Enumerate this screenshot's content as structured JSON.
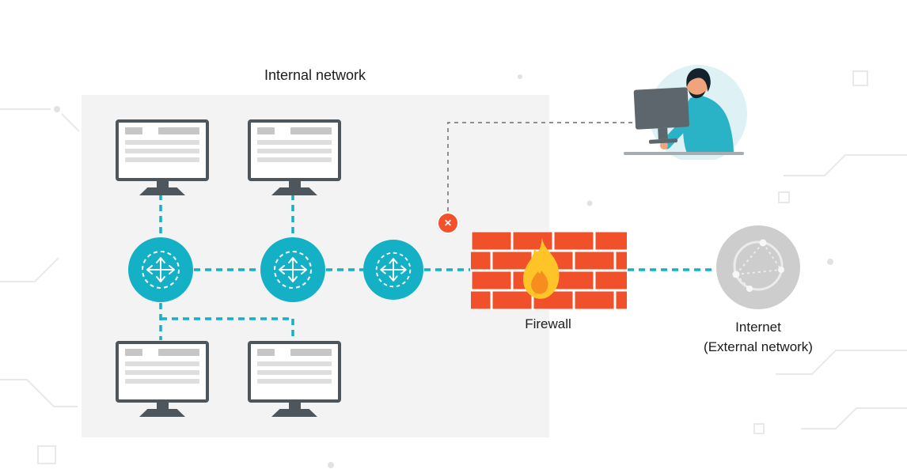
{
  "diagram": {
    "internal_network": {
      "label": "Internal network"
    },
    "firewall": {
      "label": "Firewall"
    },
    "internet": {
      "label_line1": "Internet",
      "label_line2": "(External network)"
    }
  },
  "icons": {
    "blocked_x": "✕",
    "router": "router-icon",
    "workstation": "workstation-monitor-icon",
    "firewall": "firewall-brick-flame-icon",
    "internet": "internet-globe-icon",
    "person": "person-at-computer-icon"
  },
  "colors": {
    "teal": "#14b0c6",
    "panel_gray": "#f3f3f3",
    "monitor_frame": "#4d565c",
    "firewall_brick": "#f0512b",
    "flame_yellow": "#ffc428",
    "flame_orange": "#f78d1e",
    "blocked_red": "#f4502a",
    "internet_gray": "#cdcdcd",
    "blocked_line_gray": "#8f8f8f",
    "decor_gray": "#e9e9e9",
    "person_shirt": "#2ab3c6",
    "person_skin": "#f0a47c",
    "person_hair": "#14222e"
  }
}
